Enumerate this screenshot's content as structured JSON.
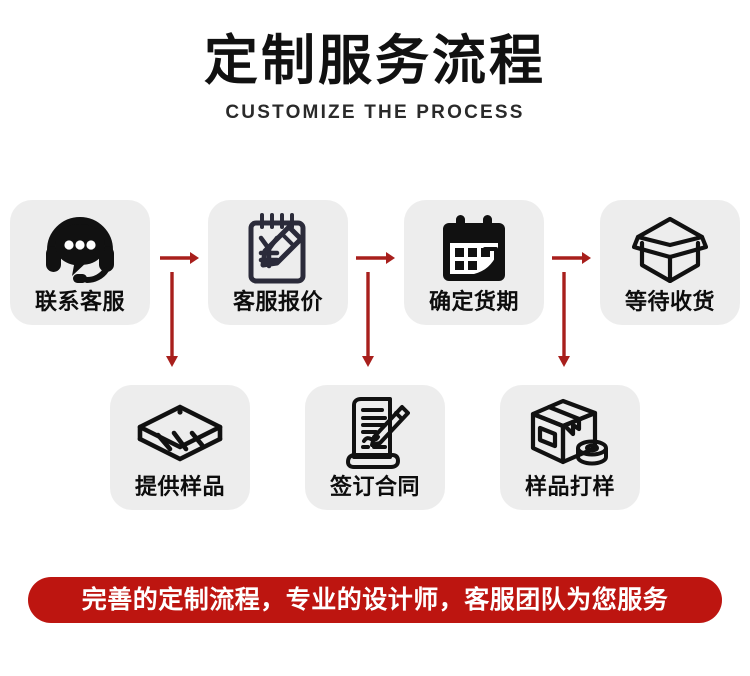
{
  "header": {
    "title_cn": "定制服务流程",
    "title_en": "CUSTOMIZE THE PROCESS"
  },
  "colors": {
    "arrow_red": "#a81f1c",
    "banner_red": "#bd1510",
    "card_bg": "#ededed",
    "icon_black": "#111111",
    "icon_navy": "#2b2b3a",
    "text_black": "#0d0d0d",
    "banner_text": "#ffffff",
    "page_bg": "#ffffff"
  },
  "flow": {
    "row1": [
      {
        "label": "联系客服",
        "icon": "headset-chat-icon"
      },
      {
        "label": "客服报价",
        "icon": "notepad-yen-pencil-icon"
      },
      {
        "label": "确定货期",
        "icon": "calendar-icon"
      },
      {
        "label": "等待收货",
        "icon": "open-box-icon"
      }
    ],
    "row2": [
      {
        "label": "提供样品",
        "icon": "fabric-swatches-icon"
      },
      {
        "label": "签订合同",
        "icon": "contract-scroll-pen-icon"
      },
      {
        "label": "样品打样",
        "icon": "sealed-box-tape-icon"
      }
    ],
    "connectors": {
      "horizontal": [
        "arrow-right",
        "arrow-right",
        "arrow-right"
      ],
      "vertical": [
        "arrow-down",
        "arrow-down",
        "arrow-down"
      ]
    }
  },
  "banner": {
    "text": "完善的定制流程，专业的设计师，客服团队为您服务"
  }
}
